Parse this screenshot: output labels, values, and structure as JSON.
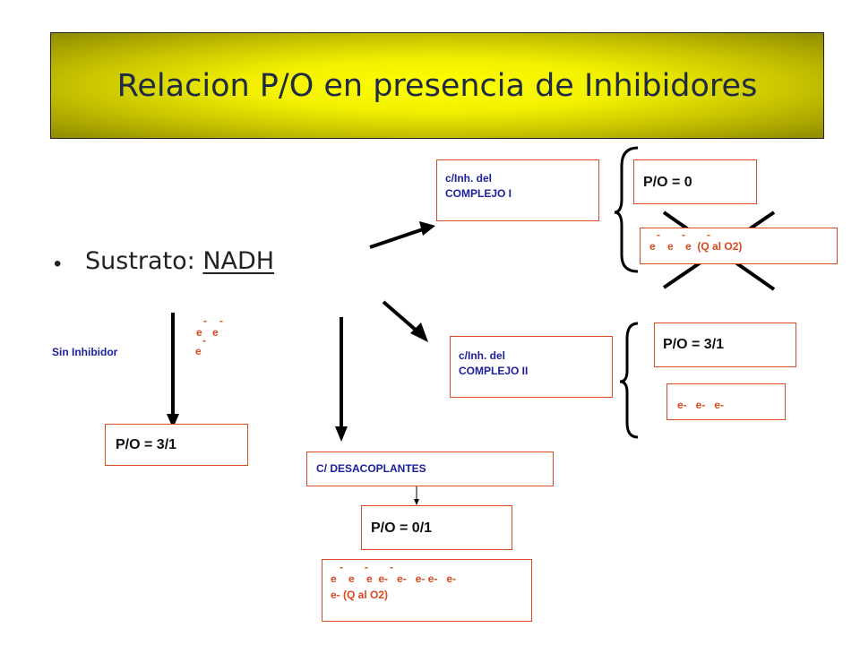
{
  "title": "Relacion P/O en presencia de Inhibidores",
  "bullet": {
    "prefix": "Sustrato: ",
    "substrate": "NADH"
  },
  "sin_inhibidor": {
    "label": "Sin Inhibidor",
    "electrons": [
      "e",
      "e",
      "e"
    ],
    "result": "P/O = 3/1"
  },
  "complejo_1": {
    "label_line1": "c/Inh. del",
    "label_line2": "COMPLEJO I",
    "result": "P/O = 0",
    "electrons_text": "e    e    e  (Q al O2)"
  },
  "complejo_2": {
    "label_line1": "c/Inh. del",
    "label_line2": "COMPLEJO II",
    "result": "P/O = 3/1",
    "electrons_text": "e-   e-   e-"
  },
  "desacoplantes": {
    "label": "C/ DESACOPLANTES",
    "result": "P/O = 0/1",
    "electrons_line1": "e    e    e  e-   e-   e- e-   e-",
    "electrons_line2": "e- (Q al O2)"
  },
  "colors": {
    "banner_center": "#ffff00",
    "banner_edge": "#8e8a00",
    "title_text": "#1f2a44",
    "label_blue": "#1b1f9a",
    "electron_red": "#d9481e"
  }
}
